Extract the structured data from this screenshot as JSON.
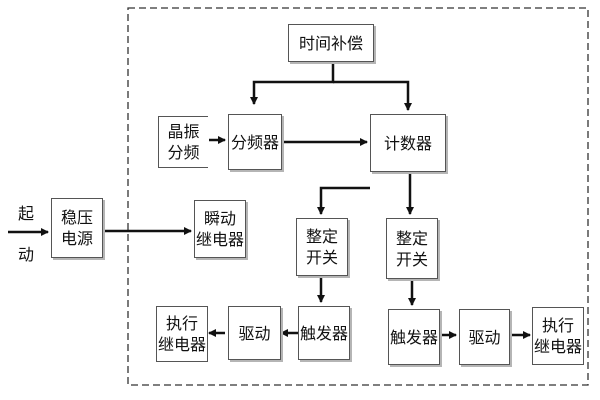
{
  "blocks": {
    "time_comp": "时间补偿",
    "crystal": [
      "晶振",
      "分频"
    ],
    "divider": "分频器",
    "counter": "计数器",
    "regulator": [
      "稳压",
      "电源"
    ],
    "instant_relay": [
      "瞬动",
      "继电器"
    ],
    "setting_left": [
      "整定",
      "开关"
    ],
    "setting_right": [
      "整定",
      "开关"
    ],
    "trigger_left": "触发器",
    "trigger_right": "触发器",
    "driver_left": "驱动",
    "driver_right": "驱动",
    "exec_relay_left": [
      "执行",
      "继电器"
    ],
    "exec_relay_right": [
      "执行",
      "继电器"
    ]
  },
  "input_label": [
    "起",
    "动"
  ]
}
